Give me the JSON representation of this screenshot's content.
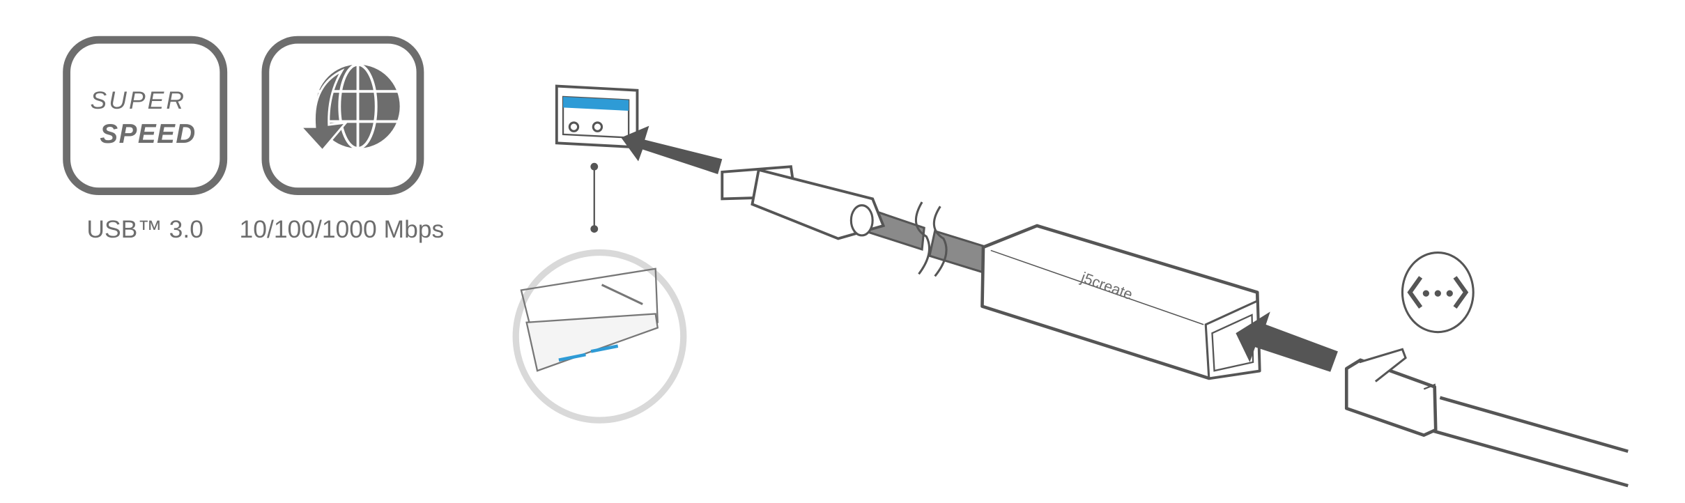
{
  "features": [
    {
      "icon": "superspeed-usb-icon",
      "icon_text": [
        "SUPER",
        "SPEED"
      ],
      "label": "USB™ 3.0"
    },
    {
      "icon": "globe-download-icon",
      "label": "10/100/1000 Mbps"
    }
  ],
  "device": {
    "brand": "j5create"
  },
  "colors": {
    "icon_gray": "#6d6d6d",
    "arrow": "#555555",
    "port_blue": "#2e9bd6",
    "inset_ring": "#d9d9d9"
  }
}
